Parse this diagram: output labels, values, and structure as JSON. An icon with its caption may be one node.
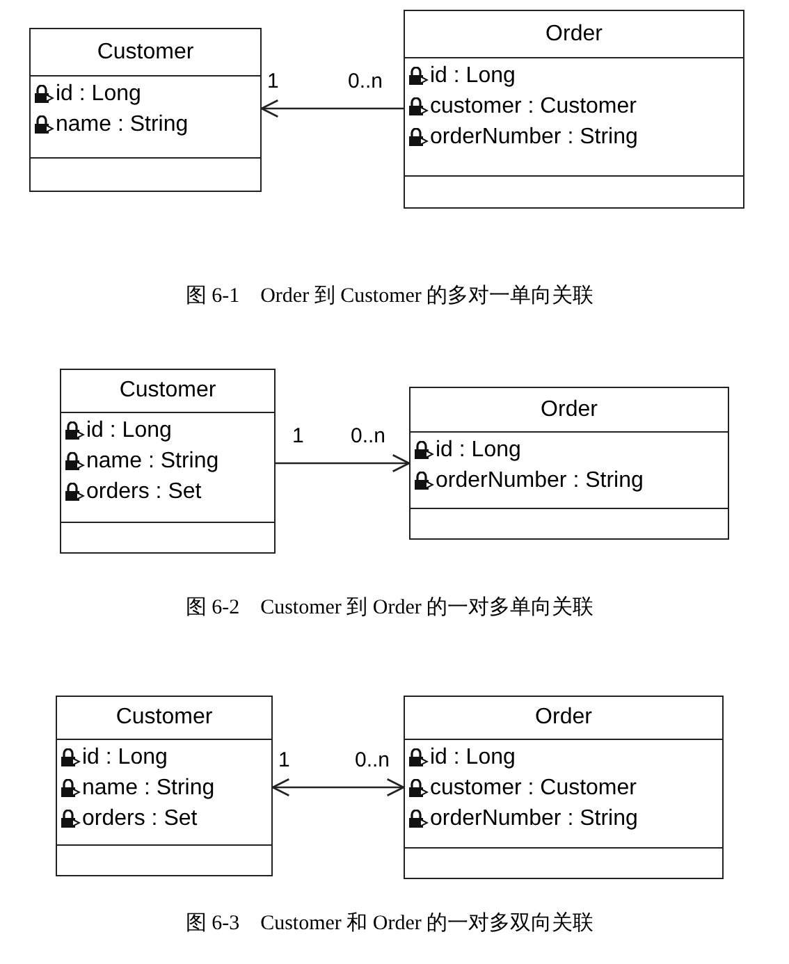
{
  "diagram": {
    "nodes": [
      {
        "text": [
          "Customer",
          "id : Long",
          "name : String"
        ]
      },
      {
        "text": [
          "Order",
          "id : Long",
          "customer : Customer",
          "orderNumber : String"
        ]
      },
      {
        "text": [
          "Customer",
          "id : Long",
          "name : String",
          "orders : Set"
        ]
      },
      {
        "text": [
          "Order",
          "id : Long",
          "orderNumber : String"
        ]
      },
      {
        "text": [
          "Customer",
          "id : Long",
          "name : String",
          "orders : Set"
        ]
      },
      {
        "text": [
          "Order",
          "id : Long",
          "customer : Customer",
          "orderNumber : String"
        ]
      }
    ],
    "edges": [
      {
        "from": 1,
        "to": 0,
        "arrow": "to"
      },
      {
        "from": 2,
        "to": 3,
        "arrow": "to"
      },
      {
        "from": 4,
        "to": 5,
        "arrow": "both"
      }
    ],
    "labels": [
      "1",
      "0..n",
      "图 6-1　Order 到 Customer 的多对一单向关联",
      "1",
      "0..n",
      "图 6-2　Customer 到 Order 的一对多单向关联",
      "1",
      "0..n",
      "图 6-3　Customer 和 Order 的一对多双向关联"
    ]
  }
}
